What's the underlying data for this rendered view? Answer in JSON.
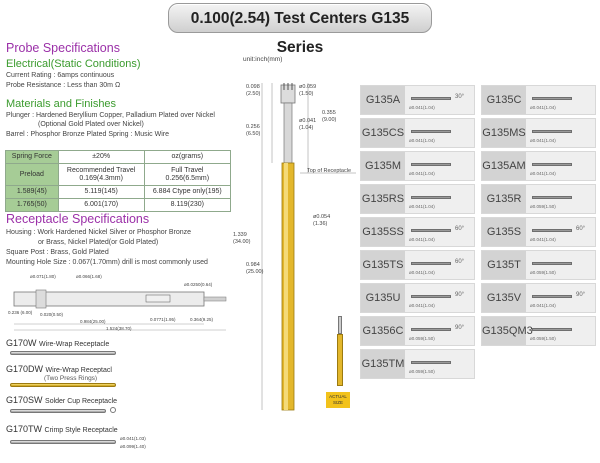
{
  "title": "0.100(2.54) Test Centers G135 Series",
  "probe_spec": {
    "heading": "Probe Specifications",
    "electrical_heading": "Electrical(Static Conditions)",
    "current_rating": "Current Rating : 6amps continuous",
    "probe_resistance": "Probe Resistance : Less than 30m Ω",
    "materials_heading": "Materials and Finishes",
    "plunger_line1": "Plunger : Hardened Beryllium Copper, Palladium Plated over Nickel",
    "plunger_line2": "(Optional Gold Plated over Nickel)",
    "barrel_line": "Barrel : Phosphor Bronze Plated     Spring : Music Wire"
  },
  "spring_table": {
    "header": [
      "Spring Force",
      "±20%",
      "oz(grams)"
    ],
    "row_preload": [
      "Preload",
      "Recommended Travel\n0.169(4.3mm)",
      "Full Travel\n0.256(6.5mm)"
    ],
    "rows": [
      [
        "1.589(45)",
        "5.119(145)",
        "6.884 Ctype only(195)"
      ],
      [
        "1.765(50)",
        "6.001(170)",
        "8.119(230)"
      ]
    ]
  },
  "receptacle_spec": {
    "heading": "Receptacle Specifications",
    "housing_line1": "Housing : Work Hardened Nickel Silver or Phosphor Bronze",
    "housing_line2": "or Brass, Nickel Plated(or Gold Plated)",
    "square_post": "Square Post : Brass, Gold Plated",
    "mounting": "Mounting Hole Size : 0.067(1.70mm) drill is most commonly used"
  },
  "receptacle_drawing": {
    "d1": "ø0.071(1.80)",
    "d2": "ø0.066(1.68)",
    "d3": "ø0.0250(0.64)",
    "d4": "0.236 (6.00)",
    "d5": "0.020(0.50)",
    "d6": "0.0771(1.95)",
    "d7": "0.364(9.25)",
    "d8": "0.984(25.00)",
    "d9": "1.524(38.70)"
  },
  "receptacles": [
    {
      "code": "G170W",
      "name": "Wire-Wrap Receptacle",
      "sub": ""
    },
    {
      "code": "G170DW",
      "name": "Wire-Wrap Receptacl",
      "sub": "(Two Press Rings)"
    },
    {
      "code": "G170SW",
      "name": "Solder Cup Receptacle",
      "sub": ""
    },
    {
      "code": "G170TW",
      "name": "Crimp Style Receptacle",
      "sub": ""
    }
  ],
  "receptacle_dims": {
    "tw1": "ø0.041(1.03)",
    "tw2": "ø0.099(1.40)"
  },
  "center_drawing": {
    "unit": "unit:inch(mm)",
    "d_098": "0.098\n(2.50)",
    "d_059": "ø0.059\n(1.50)",
    "d_355": "0.355\n(9.00)",
    "d_041": "ø0.041\n(1.04)",
    "d_256": "0.256\n(6.50)",
    "top_of_receptacle": "Top of Receptacle",
    "d_054": "ø0.054\n(1.36)",
    "d_1339": "1.339\n(34.00)",
    "d_0984": "0.984\n(25.00)",
    "actual_size": "ACTUAL\nSIZE"
  },
  "series": [
    {
      "code": "G135A",
      "dim": "ø0.041(1.04)",
      "angle": "30°"
    },
    {
      "code": "G135C",
      "dim": "ø0.041(1.04)",
      "angle": ""
    },
    {
      "code": "G135CS",
      "dim": "ø0.041(1.04)",
      "angle": ""
    },
    {
      "code": "G135MS",
      "dim": "ø0.041(1.04)",
      "angle": ""
    },
    {
      "code": "G135M",
      "dim": "ø0.041(1.04)",
      "angle": ""
    },
    {
      "code": "G135AM",
      "dim": "ø0.041(1.04)",
      "angle": ""
    },
    {
      "code": "G135RS",
      "dim": "ø0.041(1.04)",
      "angle": ""
    },
    {
      "code": "G135R",
      "dim": "ø0.059(1.50)",
      "angle": ""
    },
    {
      "code": "G135SS",
      "dim": "ø0.041(1.04)",
      "angle": "60°"
    },
    {
      "code": "G135S",
      "dim": "ø0.041(1.04)",
      "angle": "60°"
    },
    {
      "code": "G135TS",
      "dim": "ø0.041(1.04)",
      "angle": "60°"
    },
    {
      "code": "G135T",
      "dim": "ø0.059(1.50)",
      "angle": ""
    },
    {
      "code": "G135U",
      "dim": "ø0.041(1.04)",
      "angle": "90°"
    },
    {
      "code": "G135V",
      "dim": "ø0.041(1.04)",
      "angle": "90°"
    },
    {
      "code": "G1356C",
      "dim": "ø0.059(1.50)",
      "angle": "90°"
    },
    {
      "code": "G135QM3",
      "dim": "ø0.059(1.50)",
      "angle": ""
    },
    {
      "code": "G135TM",
      "dim": "ø0.059(1.50)",
      "angle": ""
    }
  ]
}
